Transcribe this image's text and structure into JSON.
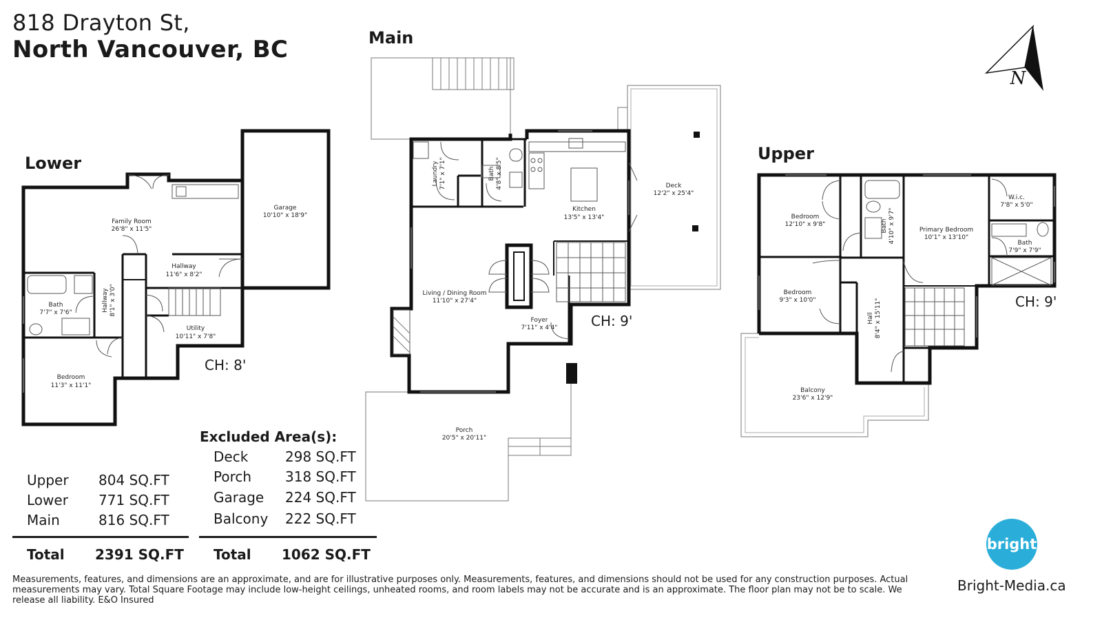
{
  "address": {
    "line1": "818 Drayton St,",
    "line2": "North Vancouver, BC"
  },
  "floors": {
    "main": {
      "title": "Main",
      "ceiling_height": "CH: 9'",
      "rooms": [
        {
          "name": "Laundry",
          "dim": "7'1\" x 7'1\""
        },
        {
          "name": "Bath",
          "dim": "4'8\" x 8'5\""
        },
        {
          "name": "Kitchen",
          "dim": "13'5\" x 13'4\""
        },
        {
          "name": "Deck",
          "dim": "12'2\" x 25'4\""
        },
        {
          "name": "Living / Dining Room",
          "dim": "11'10\" x 27'4\""
        },
        {
          "name": "Foyer",
          "dim": "7'11\" x 4'4\""
        },
        {
          "name": "Porch",
          "dim": "20'5\" x 20'11\""
        }
      ]
    },
    "lower": {
      "title": "Lower",
      "ceiling_height": "CH: 8'",
      "rooms": [
        {
          "name": "Family Room",
          "dim": "26'8\" x 11'5\""
        },
        {
          "name": "Garage",
          "dim": "10'10\" x 18'9\""
        },
        {
          "name": "Hallway",
          "dim": "11'6\" x 8'2\""
        },
        {
          "name": "Hallway",
          "dim": "8'1\" x 3'0\""
        },
        {
          "name": "Bath",
          "dim": "7'7\" x 7'6\""
        },
        {
          "name": "Utility",
          "dim": "10'11\" x 7'8\""
        },
        {
          "name": "Bedroom",
          "dim": "11'3\" x 11'1\""
        }
      ]
    },
    "upper": {
      "title": "Upper",
      "ceiling_height": "CH: 9'",
      "rooms": [
        {
          "name": "Bedroom",
          "dim": "12'10\" x 9'8\""
        },
        {
          "name": "Bath",
          "dim": "4'10\" x 9'7\""
        },
        {
          "name": "Primary Bedroom",
          "dim": "10'1\" x 13'10\""
        },
        {
          "name": "W.i.c.",
          "dim": "7'8\" x 5'0\""
        },
        {
          "name": "Bath",
          "dim": "7'9\" x 7'9\""
        },
        {
          "name": "Bedroom",
          "dim": "9'3\" x 10'0\""
        },
        {
          "name": "Hall",
          "dim": "8'4\" x 15'11\""
        },
        {
          "name": "Balcony",
          "dim": "23'6\" x 12'9\""
        }
      ]
    }
  },
  "compass_label": "N",
  "areas": {
    "rows": [
      {
        "label": "Upper",
        "value": "804 SQ.FT"
      },
      {
        "label": "Lower",
        "value": "771 SQ.FT"
      },
      {
        "label": "Main",
        "value": "816 SQ.FT"
      }
    ],
    "total_label": "Total",
    "total_value": "2391 SQ.FT"
  },
  "excluded": {
    "title": "Excluded Area(s):",
    "rows": [
      {
        "label": "Deck",
        "value": "298 SQ.FT"
      },
      {
        "label": "Porch",
        "value": "318 SQ.FT"
      },
      {
        "label": "Garage",
        "value": "224 SQ.FT"
      },
      {
        "label": "Balcony",
        "value": "222 SQ.FT"
      }
    ],
    "total_label": "Total",
    "total_value": "1062 SQ.FT"
  },
  "disclaimer": "Measurements, features, and dimensions are an approximate, and are for illustrative purposes only. Measurements, features, and dimensions should not be used for any construction purposes. Actual measurements may vary. Total Square Footage may include low-height ceilings, unheated rooms, and room labels may not be accurate and is an approximate. The floor plan may not be to scale. We release all liability. E&O Insured",
  "brand": {
    "logo_text": "bright",
    "url": "Bright-Media.ca",
    "color": "#2aaed9"
  }
}
